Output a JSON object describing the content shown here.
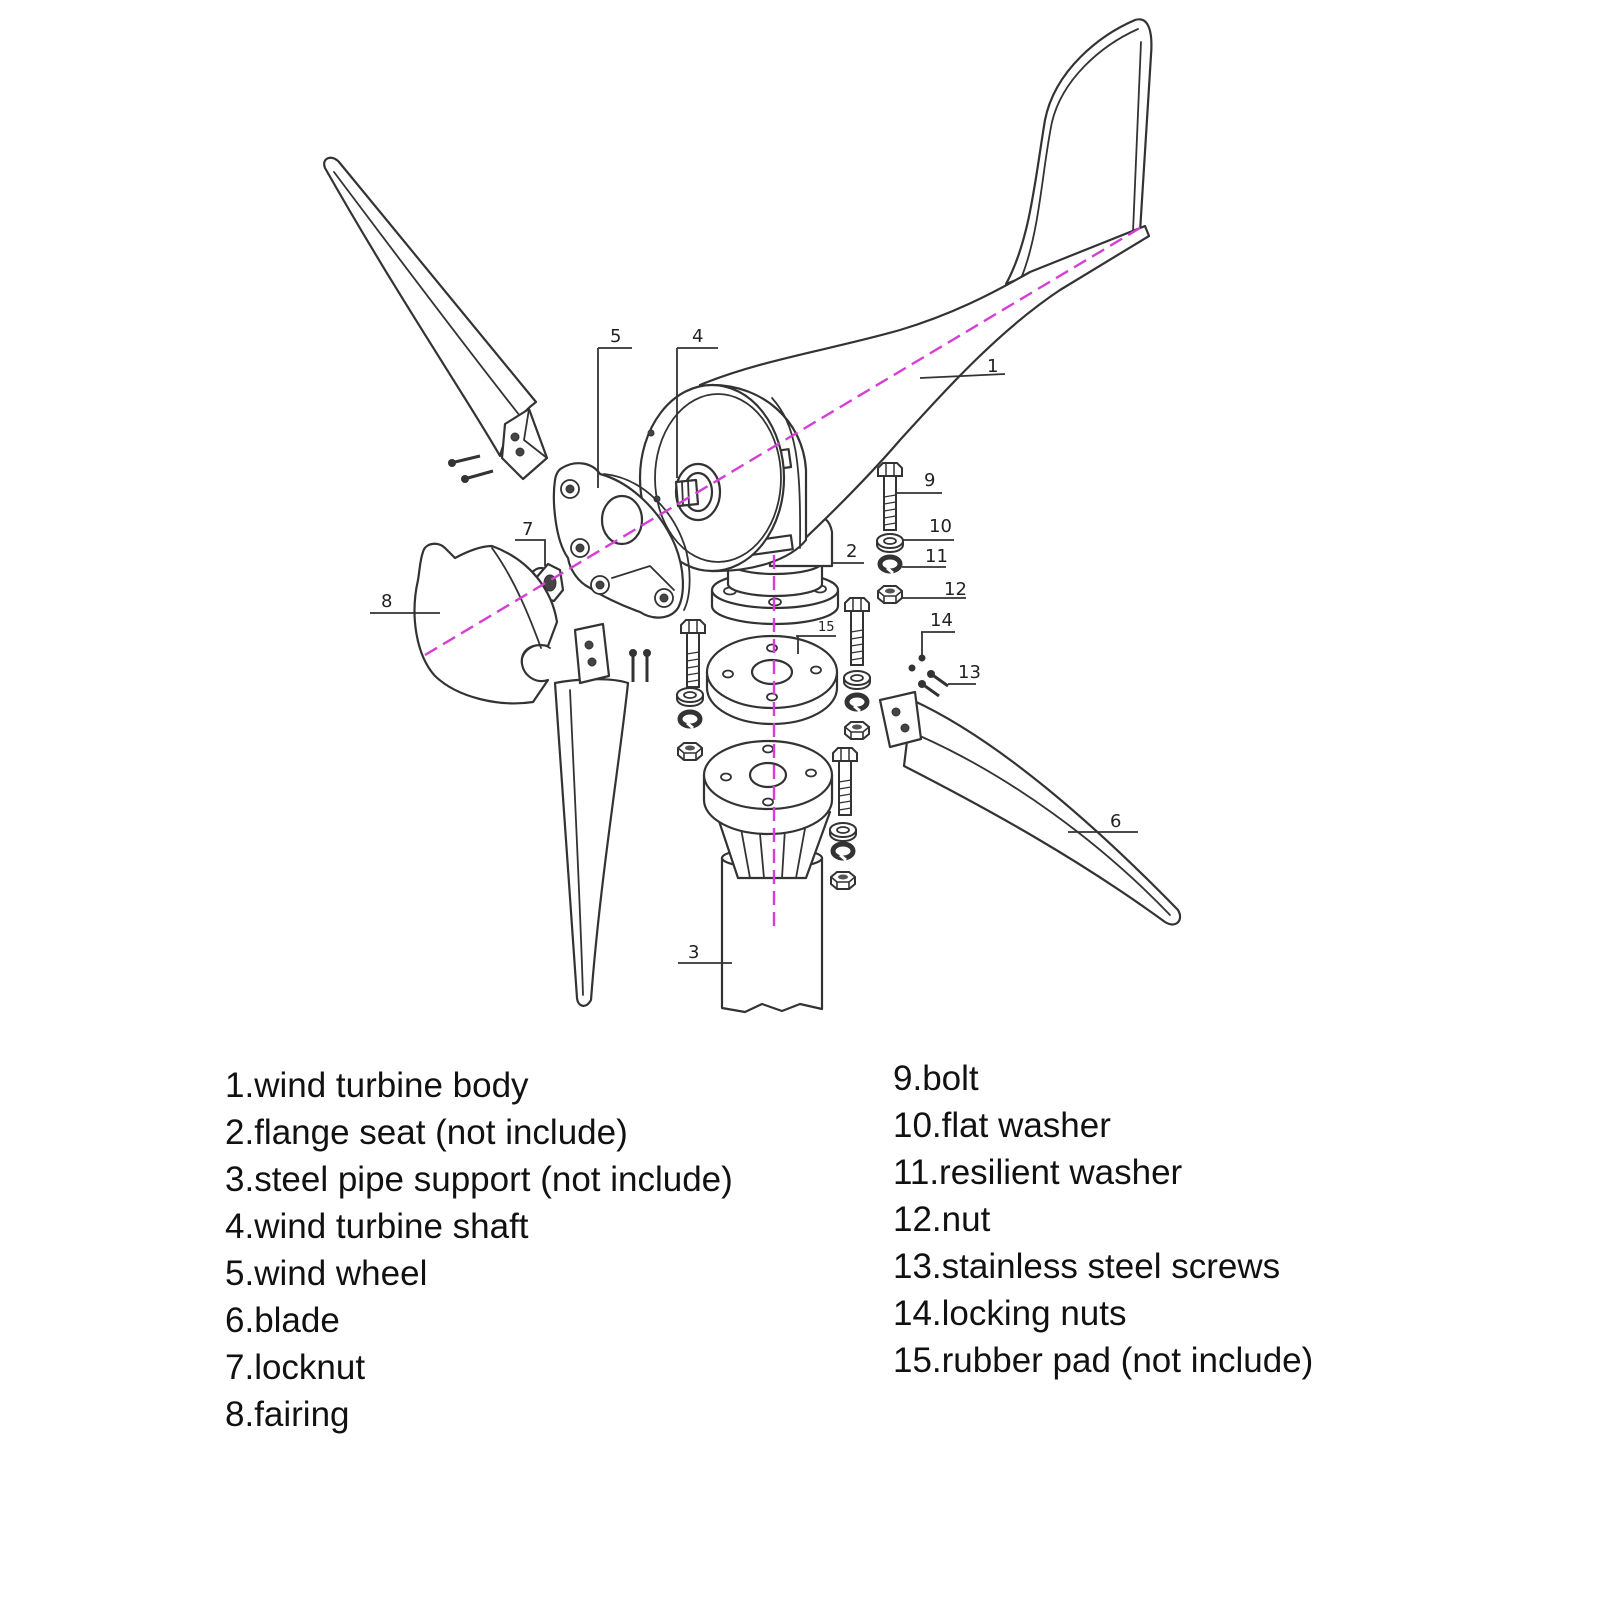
{
  "callouts": {
    "1": "1",
    "2": "2",
    "3": "3",
    "4": "4",
    "5": "5",
    "6": "6",
    "7": "7",
    "8": "8",
    "9": "9",
    "10": "10",
    "11": "11",
    "12": "12",
    "13": "13",
    "14": "14",
    "15": "15"
  },
  "parts_list": {
    "left": [
      "1.wind turbine body",
      "2.flange seat (not include)",
      "3.steel pipe support (not include)",
      "4.wind turbine shaft",
      "5.wind wheel",
      "6.blade",
      "7.locknut",
      "8.fairing"
    ],
    "right": [
      "9.bolt",
      "10.flat washer",
      "11.resilient washer",
      "12.nut",
      "13.stainless steel screws",
      "14.locking nuts",
      "15.rubber pad (not include)"
    ]
  },
  "colors": {
    "center_line": "#d63fd6",
    "line_art": "#333333",
    "background": "#ffffff"
  }
}
